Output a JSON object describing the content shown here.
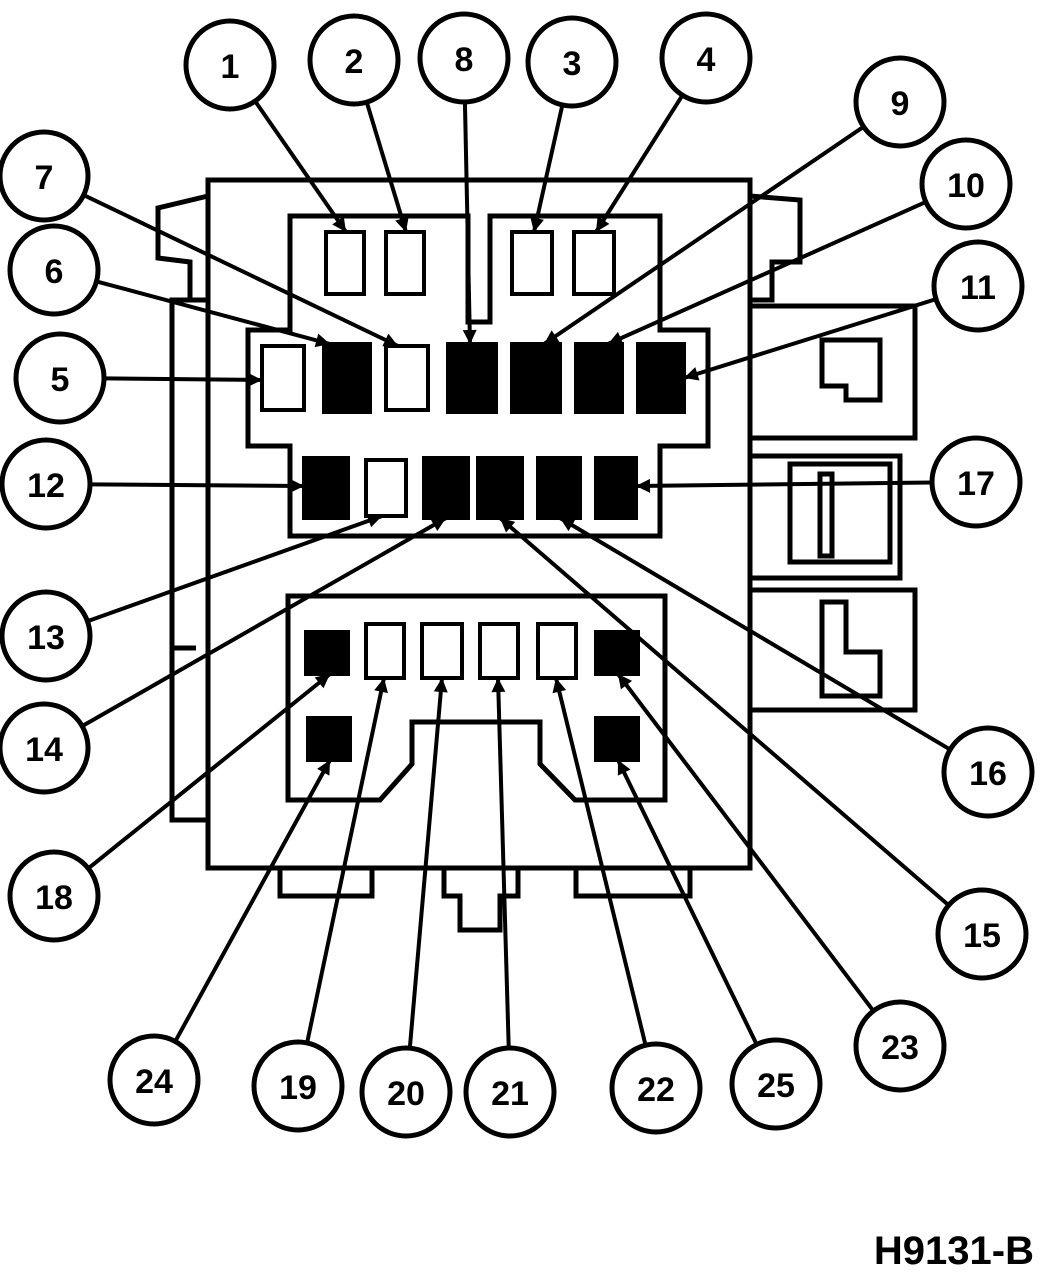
{
  "figure_id": "H9131-B",
  "colors": {
    "ink": "#000000",
    "paper": "#ffffff"
  },
  "callouts": [
    {
      "label": "1",
      "target": "pin-1"
    },
    {
      "label": "2",
      "target": "pin-2"
    },
    {
      "label": "8",
      "target": "pin-8"
    },
    {
      "label": "3",
      "target": "pin-3"
    },
    {
      "label": "4",
      "target": "pin-4"
    },
    {
      "label": "9",
      "target": "pin-9"
    },
    {
      "label": "7",
      "target": "pin-7"
    },
    {
      "label": "10",
      "target": "pin-10"
    },
    {
      "label": "6",
      "target": "pin-6"
    },
    {
      "label": "11",
      "target": "pin-11"
    },
    {
      "label": "5",
      "target": "pin-5"
    },
    {
      "label": "12",
      "target": "pin-12"
    },
    {
      "label": "17",
      "target": "pin-17"
    },
    {
      "label": "13",
      "target": "pin-13"
    },
    {
      "label": "14",
      "target": "pin-14"
    },
    {
      "label": "16",
      "target": "pin-16"
    },
    {
      "label": "18",
      "target": "pin-18"
    },
    {
      "label": "15",
      "target": "pin-15"
    },
    {
      "label": "23",
      "target": "pin-23"
    },
    {
      "label": "24",
      "target": "pin-24"
    },
    {
      "label": "19",
      "target": "pin-19"
    },
    {
      "label": "20",
      "target": "pin-20"
    },
    {
      "label": "21",
      "target": "pin-21"
    },
    {
      "label": "22",
      "target": "pin-22"
    },
    {
      "label": "25",
      "target": "pin-25"
    }
  ],
  "pins": [
    {
      "id": "pin-1",
      "filled": false
    },
    {
      "id": "pin-2",
      "filled": false
    },
    {
      "id": "pin-3",
      "filled": false
    },
    {
      "id": "pin-4",
      "filled": false
    },
    {
      "id": "pin-5",
      "filled": false
    },
    {
      "id": "pin-6",
      "filled": true
    },
    {
      "id": "pin-7",
      "filled": false
    },
    {
      "id": "pin-8",
      "filled": true
    },
    {
      "id": "pin-9",
      "filled": true
    },
    {
      "id": "pin-10",
      "filled": true
    },
    {
      "id": "pin-11",
      "filled": true
    },
    {
      "id": "pin-12",
      "filled": true
    },
    {
      "id": "pin-13",
      "filled": false
    },
    {
      "id": "pin-14",
      "filled": true
    },
    {
      "id": "pin-15",
      "filled": true
    },
    {
      "id": "pin-16",
      "filled": true
    },
    {
      "id": "pin-17",
      "filled": true
    },
    {
      "id": "pin-18",
      "filled": true
    },
    {
      "id": "pin-19",
      "filled": false
    },
    {
      "id": "pin-20",
      "filled": false
    },
    {
      "id": "pin-21",
      "filled": false
    },
    {
      "id": "pin-22",
      "filled": false
    },
    {
      "id": "pin-23",
      "filled": true
    },
    {
      "id": "pin-24",
      "filled": true
    },
    {
      "id": "pin-25",
      "filled": true
    }
  ]
}
